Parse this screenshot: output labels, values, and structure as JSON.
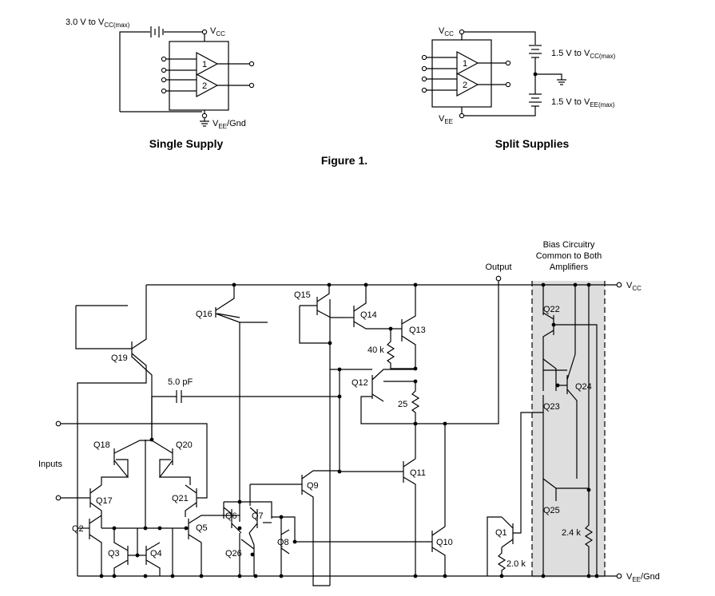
{
  "figure": {
    "caption": "Figure 1.",
    "single_supply": {
      "title": "Single Supply",
      "battery_label_main": "3.0 V to V",
      "battery_label_sub": "CC(max)",
      "vcc_main": "V",
      "vcc_sub": "CC",
      "vee_main": "V",
      "vee_sub": "EE",
      "vee_suffix": "/Gnd",
      "amp1": "1",
      "amp2": "2"
    },
    "split_supplies": {
      "title": "Split Supplies",
      "vcc_main": "V",
      "vcc_sub": "CC",
      "vee_main": "V",
      "vee_sub": "EE",
      "top_battery_main": "1.5 V to V",
      "top_battery_sub": "CC(max)",
      "bottom_battery_main": "1.5 V to V",
      "bottom_battery_sub": "EE(max)",
      "amp1": "1",
      "amp2": "2"
    }
  },
  "schematic": {
    "bias_title_lines": [
      "Bias Circuitry",
      "Common to Both",
      "Amplifiers"
    ],
    "output_label": "Output",
    "inputs_label": "Inputs",
    "vcc_main": "V",
    "vcc_sub": "CC",
    "vee_main": "V",
    "vee_sub": "EE",
    "vee_suffix": "/Gnd",
    "transistors": {
      "q1": "Q1",
      "q2": "Q2",
      "q3": "Q3",
      "q4": "Q4",
      "q5": "Q5",
      "q6": "Q6",
      "q7": "Q7",
      "q8": "Q8",
      "q9": "Q9",
      "q10": "Q10",
      "q11": "Q11",
      "q12": "Q12",
      "q13": "Q13",
      "q14": "Q14",
      "q15": "Q15",
      "q16": "Q16",
      "q17": "Q17",
      "q18": "Q18",
      "q19": "Q19",
      "q20": "Q20",
      "q21": "Q21",
      "q22": "Q22",
      "q23": "Q23",
      "q24": "Q24",
      "q25": "Q25",
      "q26": "Q26"
    },
    "components": {
      "cap": "5.0 pF",
      "r40k": "40 k",
      "r25": "25",
      "r2k": "2.0 k",
      "r24k": "2.4 k"
    }
  }
}
